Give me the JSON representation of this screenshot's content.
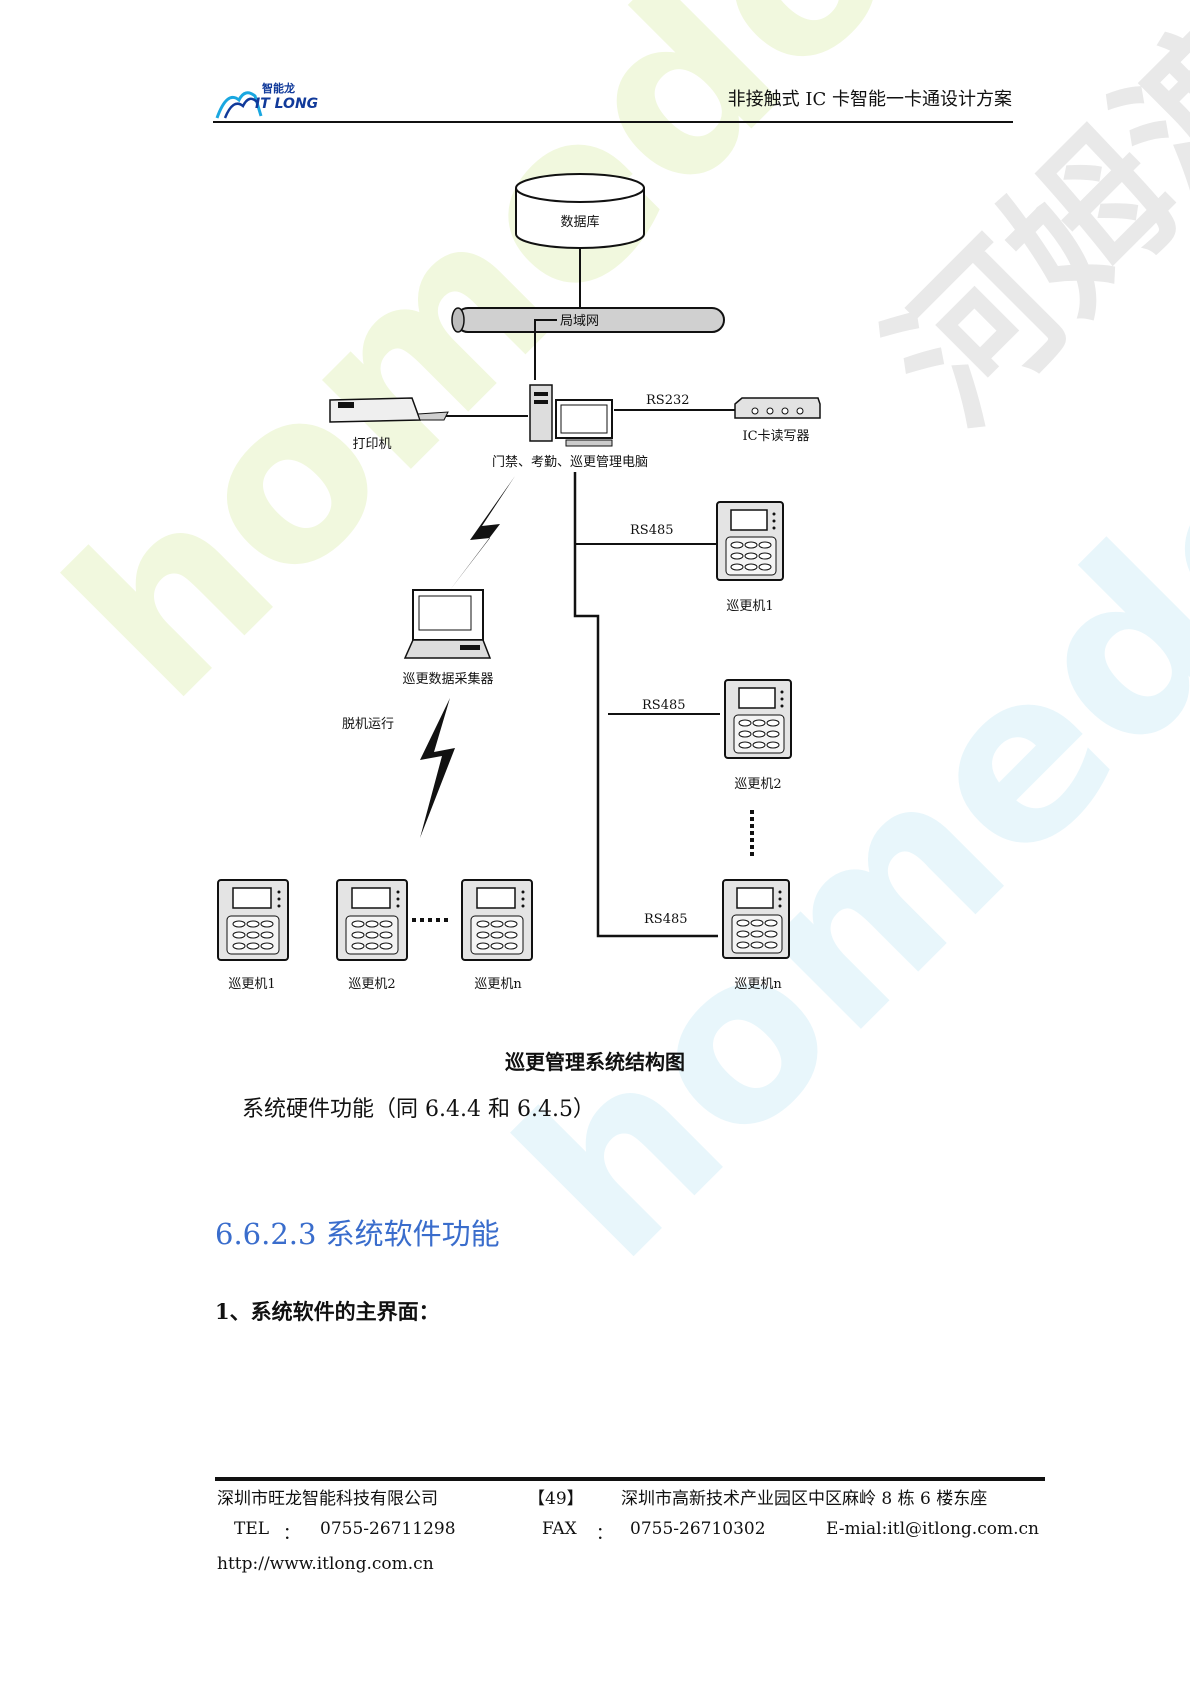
{
  "watermarks": [
    "homedo.com",
    "homedo.com",
    "河姆渡"
  ],
  "header": {
    "logo_zh": "智能龙",
    "logo_en": "IT LONG",
    "doc_title": "非接触式 IC 卡智能一卡通设计方案"
  },
  "diagram": {
    "database": "数据库",
    "lan": "局域网",
    "printer": "打印机",
    "rs232": "RS232",
    "card_reader": "IC卡读写器",
    "pc": "门禁、考勤、巡更管理电脑",
    "rs485": "RS485",
    "patrol_1": "巡更机1",
    "patrol_2": "巡更机2",
    "patrol_n": "巡更机n",
    "collector": "巡更数据采集器",
    "offline": "脱机运行"
  },
  "caption": "巡更管理系统结构图",
  "hardware_text": "系统硬件功能（同 6.4.4 和 6.4.5）",
  "section_heading": "6.6.2.3 系统软件功能",
  "software_subheading": "1、系统软件的主界面：",
  "footer": {
    "company": "深圳市旺龙智能科技有限公司",
    "page": "【49】",
    "address": "深圳市高新技术产业园区中区麻岭 8 栋 6 楼东座",
    "tel_label": "TEL",
    "colon": "：",
    "tel": "0755-26711298",
    "fax_label": "FAX",
    "fax": "0755-26710302",
    "email": "E-mial:itl@itlong.com.cn",
    "url": "http://www.itlong.com.cn"
  },
  "colors": {
    "heading": "#3a6dcc",
    "logo": "#113a9a"
  }
}
